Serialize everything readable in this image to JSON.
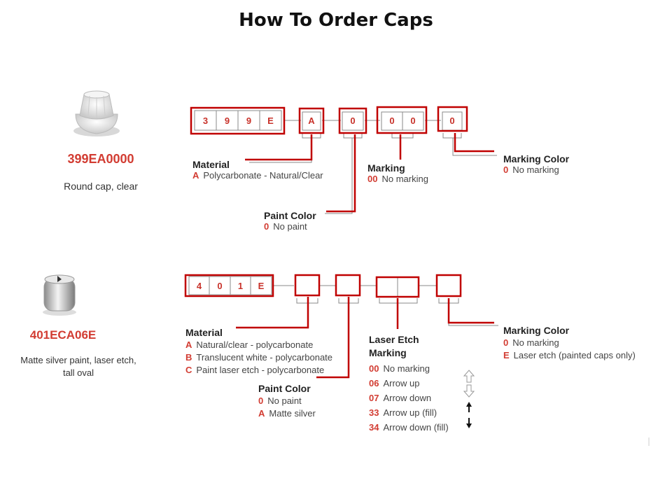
{
  "title": "How To Order Caps",
  "colors": {
    "red": "#c00000",
    "code": "#d23c32"
  },
  "example1": {
    "part_number": "399EA0000",
    "description": "Round cap, clear",
    "digits": {
      "base": [
        "3",
        "9",
        "9",
        "E"
      ],
      "material": "A",
      "paint": "0",
      "marking": [
        "0",
        "0"
      ],
      "marking_color": "0"
    },
    "material": {
      "heading": "Material",
      "options": [
        {
          "code": "A",
          "text": "Polycarbonate - Natural/Clear"
        }
      ]
    },
    "paint_color": {
      "heading": "Paint Color",
      "options": [
        {
          "code": "0",
          "text": "No paint"
        }
      ]
    },
    "marking": {
      "heading": "Marking",
      "options": [
        {
          "code": "00",
          "text": "No marking"
        }
      ]
    },
    "marking_color": {
      "heading": "Marking Color",
      "options": [
        {
          "code": "0",
          "text": "No marking"
        }
      ]
    }
  },
  "example2": {
    "part_number": "401ECA06E",
    "description_line1": "Matte silver paint, laser etch,",
    "description_line2": "tall oval",
    "digits": {
      "base": [
        "4",
        "0",
        "1",
        "E"
      ]
    },
    "material": {
      "heading": "Material",
      "options": [
        {
          "code": "A",
          "text": "Natural/clear - polycarbonate"
        },
        {
          "code": "B",
          "text": "Translucent white - polycarbonate"
        },
        {
          "code": "C",
          "text": "Paint laser etch - polycarbonate"
        }
      ]
    },
    "paint_color": {
      "heading": "Paint Color",
      "options": [
        {
          "code": "0",
          "text": "No paint"
        },
        {
          "code": "A",
          "text": "Matte silver"
        }
      ]
    },
    "laser_etch": {
      "heading_line1": "Laser Etch",
      "heading_line2": "Marking",
      "options": [
        {
          "code": "00",
          "text": "No marking",
          "icon": ""
        },
        {
          "code": "06",
          "text": "Arrow up",
          "icon": "arrow-up-outline-icon"
        },
        {
          "code": "07",
          "text": "Arrow down",
          "icon": "arrow-down-outline-icon"
        },
        {
          "code": "33",
          "text": "Arrow up (fill)",
          "icon": "arrow-up-filled-icon"
        },
        {
          "code": "34",
          "text": "Arrow down (fill)",
          "icon": "arrow-down-filled-icon"
        }
      ]
    },
    "marking_color": {
      "heading": "Marking Color",
      "options": [
        {
          "code": "0",
          "text": "No marking"
        },
        {
          "code": "E",
          "text": "Laser etch (painted caps only)"
        }
      ]
    }
  }
}
